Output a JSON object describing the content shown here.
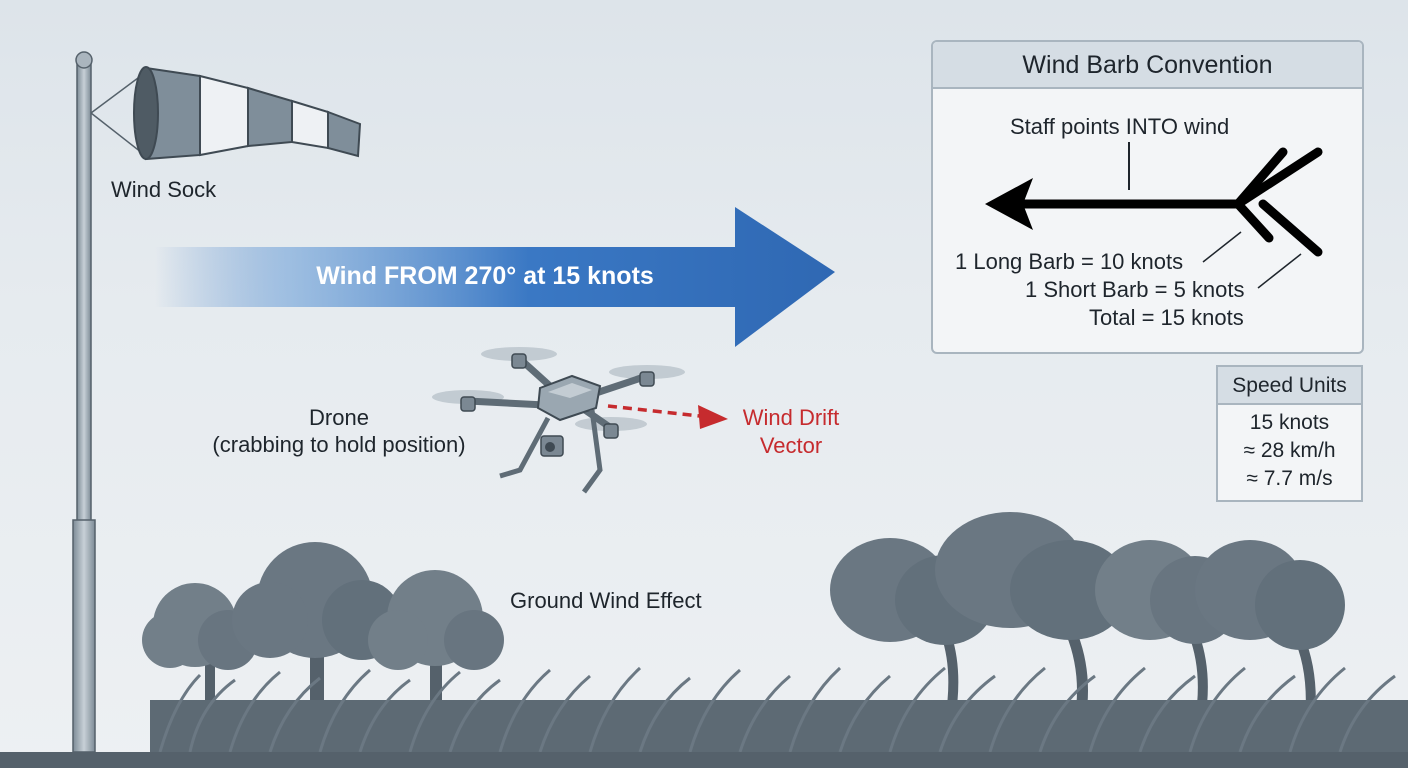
{
  "windsock": {
    "label": "Wind Sock"
  },
  "wind_arrow": {
    "label": "Wind FROM 270° at 15 knots",
    "color": "#3a78c4"
  },
  "drone": {
    "title": "Drone",
    "subtitle": "(crabbing to hold position)"
  },
  "drift": {
    "line1": "Wind Drift",
    "line2": "Vector",
    "color": "#c62b2e"
  },
  "ground": {
    "label": "Ground Wind Effect"
  },
  "barb_panel": {
    "title": "Wind Barb Convention",
    "staff_label": "Staff points INTO wind",
    "long_barb": "1 Long Barb = 10 knots",
    "short_barb": "1 Short Barb = 5 knots",
    "total": "Total = 15 knots"
  },
  "speed_units": {
    "title": "Speed Units",
    "rows": [
      "15 knots",
      "≈ 28 km/h",
      "≈ 7.7 m/s"
    ]
  }
}
